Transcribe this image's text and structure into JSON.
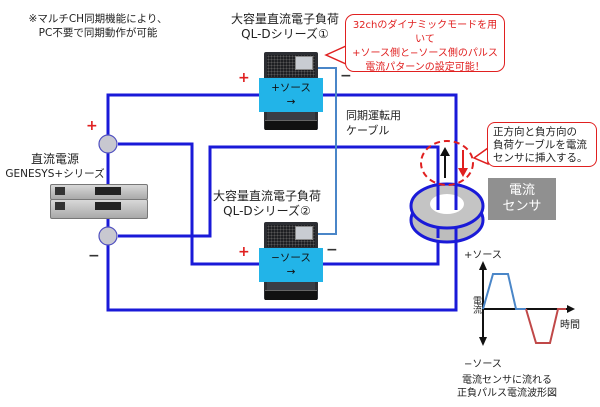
{
  "note": {
    "line1": "※マルチCH同期機能により、",
    "line2": "PC不要で同期動作が可能"
  },
  "load1": {
    "title_line1": "大容量直流電子負荷",
    "title_line2": "QL-Dシリーズ①",
    "source_label": "+ソース",
    "arrow": "→",
    "plus": "+",
    "minus": "−"
  },
  "load2": {
    "title_line1": "大容量直流電子負荷",
    "title_line2": "QL-Dシリーズ②",
    "source_label": "−ソース",
    "arrow": "→",
    "plus": "+",
    "minus": "−"
  },
  "psu": {
    "title_line1": "直流電源",
    "title_line2": "GENESYS+シリーズ",
    "plus": "+",
    "minus": "−"
  },
  "callout_top": {
    "line1": "32chのダイナミックモードを用いて",
    "line2": "+ソース側と−ソース側のパルス",
    "line3": "電流パターンの設定可能！"
  },
  "callout_right": {
    "line1": "正方向と負方向の",
    "line2": "負荷ケーブルを電流",
    "line3": "センサに挿入する。"
  },
  "sync_cable": {
    "line1": "同期運転用",
    "line2": "ケーブル"
  },
  "sensor": {
    "line1": "電流",
    "line2": "センサ"
  },
  "waveform": {
    "y_top_label": "+ソース",
    "y_bottom_label": "−ソース",
    "y_axis_label": "電流",
    "x_axis_label": "時間",
    "caption_line1": "電流センサに流れる",
    "caption_line2": "正負パルス電流波形図"
  },
  "colors": {
    "wire": "#1a1ad8",
    "sync_wire": "#4a86c8",
    "source_box": "#22b4e8",
    "callout": "#e02020",
    "positive_pulse": "#4a86c8",
    "negative_pulse": "#c04848"
  }
}
